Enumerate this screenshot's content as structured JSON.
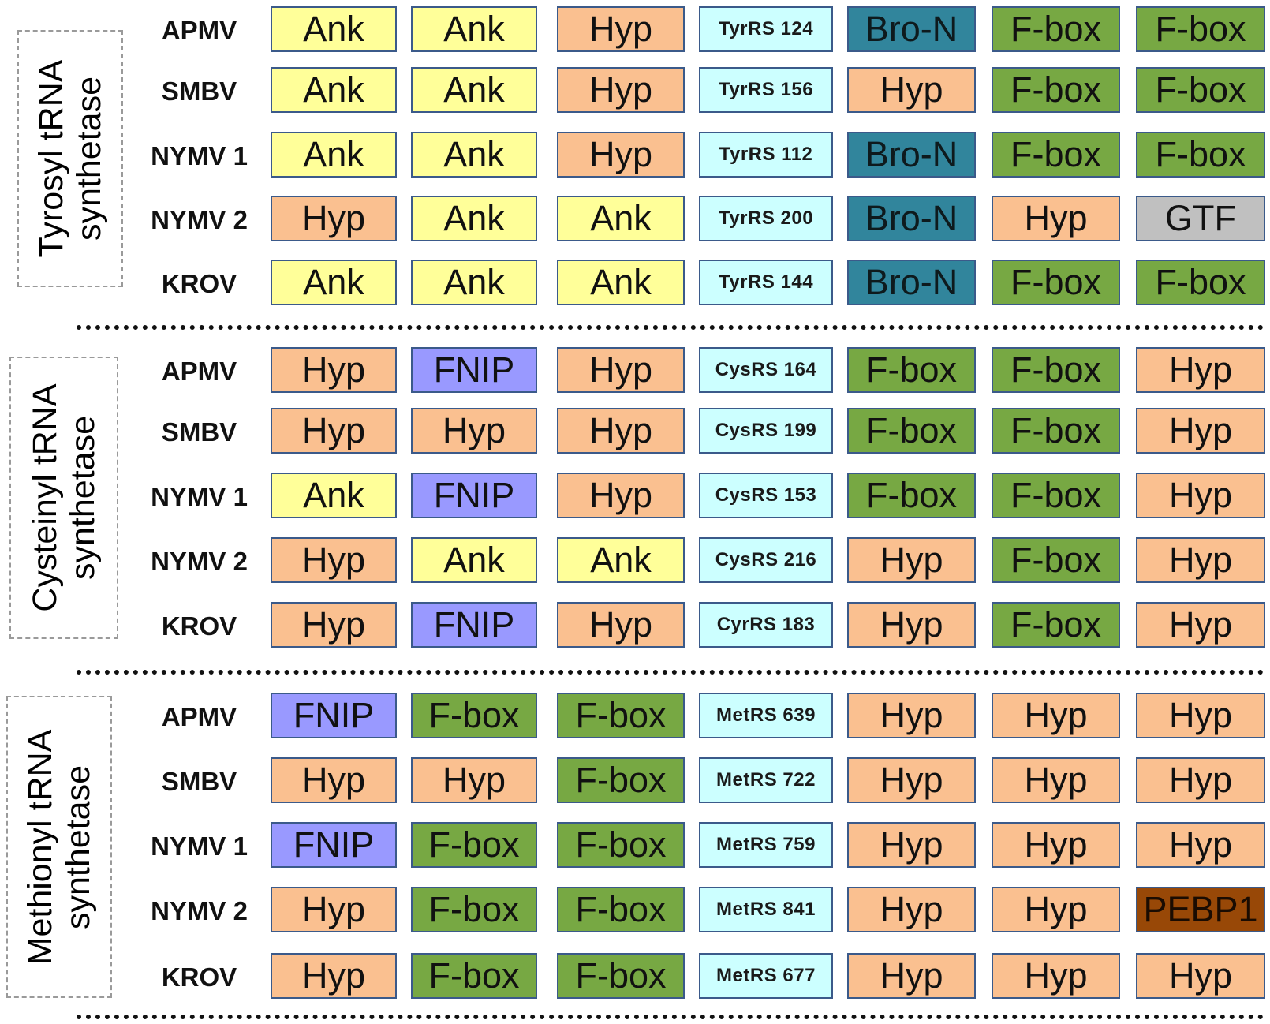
{
  "colors": {
    "Ank": "#ffff99",
    "Hyp": "#fac090",
    "Bro-N": "#31859c",
    "F-box": "#77a843",
    "FNIP": "#9999ff",
    "GTF": "#c0c0c0",
    "PEBP1": "#984807",
    "RS": "#ccffff"
  },
  "groups": [
    {
      "label_line1": "Tyrosyl tRNA",
      "label_line2": "synthetase",
      "rows": [
        {
          "virus": "APMV",
          "domains": [
            "Ank",
            "Ank",
            "Hyp"
          ],
          "rs": "TyrRS 124",
          "after": [
            "Bro-N",
            "F-box",
            "F-box"
          ]
        },
        {
          "virus": "SMBV",
          "domains": [
            "Ank",
            "Ank",
            "Hyp"
          ],
          "rs": "TyrRS 156",
          "after": [
            "Hyp",
            "F-box",
            "F-box"
          ]
        },
        {
          "virus": "NYMV 1",
          "domains": [
            "Ank",
            "Ank",
            "Hyp"
          ],
          "rs": "TyrRS 112",
          "after": [
            "Bro-N",
            "F-box",
            "F-box"
          ]
        },
        {
          "virus": "NYMV 2",
          "domains": [
            "Hyp",
            "Ank",
            "Ank"
          ],
          "rs": "TyrRS 200",
          "after": [
            "Bro-N",
            "Hyp",
            "GTF"
          ]
        },
        {
          "virus": "KROV",
          "domains": [
            "Ank",
            "Ank",
            "Ank"
          ],
          "rs": "TyrRS 144",
          "after": [
            "Bro-N",
            "F-box",
            "F-box"
          ]
        }
      ]
    },
    {
      "label_line1": "Cysteinyl tRNA",
      "label_line2": "synthetase",
      "rows": [
        {
          "virus": "APMV",
          "domains": [
            "Hyp",
            "FNIP",
            "Hyp"
          ],
          "rs": "CysRS 164",
          "after": [
            "F-box",
            "F-box",
            "Hyp"
          ]
        },
        {
          "virus": "SMBV",
          "domains": [
            "Hyp",
            "Hyp",
            "Hyp"
          ],
          "rs": "CysRS 199",
          "after": [
            "F-box",
            "F-box",
            "Hyp"
          ]
        },
        {
          "virus": "NYMV 1",
          "domains": [
            "Ank",
            "FNIP",
            "Hyp"
          ],
          "rs": "CysRS 153",
          "after": [
            "F-box",
            "F-box",
            "Hyp"
          ]
        },
        {
          "virus": "NYMV 2",
          "domains": [
            "Hyp",
            "Ank",
            "Ank"
          ],
          "rs": "CysRS 216",
          "after": [
            "Hyp",
            "F-box",
            "Hyp"
          ]
        },
        {
          "virus": "KROV",
          "domains": [
            "Hyp",
            "FNIP",
            "Hyp"
          ],
          "rs": "CyrRS 183",
          "after": [
            "Hyp",
            "F-box",
            "Hyp"
          ]
        }
      ]
    },
    {
      "label_line1": "Methionyl tRNA",
      "label_line2": "synthetase",
      "rows": [
        {
          "virus": "APMV",
          "domains": [
            "FNIP",
            "F-box",
            "F-box"
          ],
          "rs": "MetRS 639",
          "after": [
            "Hyp",
            "Hyp",
            "Hyp"
          ]
        },
        {
          "virus": "SMBV",
          "domains": [
            "Hyp",
            "Hyp",
            "F-box"
          ],
          "rs": "MetRS 722",
          "after": [
            "Hyp",
            "Hyp",
            "Hyp"
          ]
        },
        {
          "virus": "NYMV 1",
          "domains": [
            "FNIP",
            "F-box",
            "F-box"
          ],
          "rs": "MetRS 759",
          "after": [
            "Hyp",
            "Hyp",
            "Hyp"
          ]
        },
        {
          "virus": "NYMV 2",
          "domains": [
            "Hyp",
            "F-box",
            "F-box"
          ],
          "rs": "MetRS 841",
          "after": [
            "Hyp",
            "Hyp",
            "PEBP1"
          ]
        },
        {
          "virus": "KROV",
          "domains": [
            "Hyp",
            "F-box",
            "F-box"
          ],
          "rs": "MetRS 677",
          "after": [
            "Hyp",
            "Hyp",
            "Hyp"
          ]
        }
      ]
    }
  ]
}
